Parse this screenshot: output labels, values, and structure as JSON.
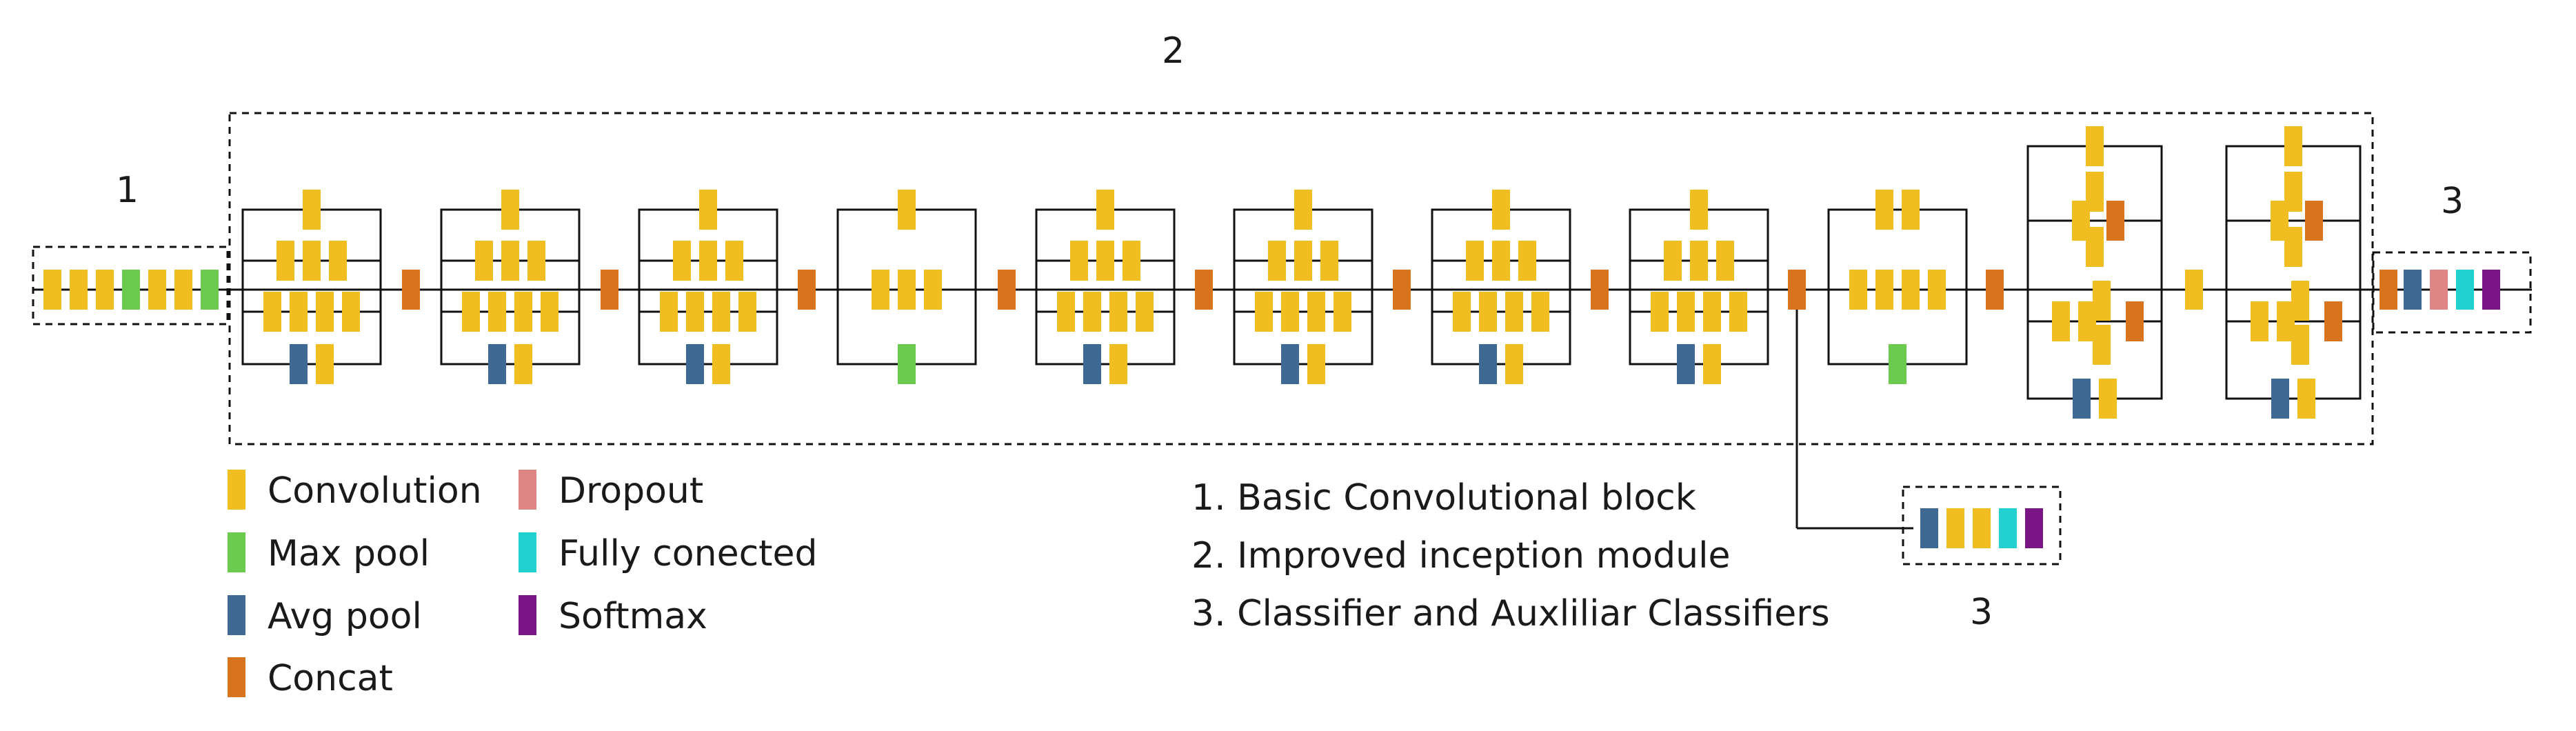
{
  "colors": {
    "convolution": "#F0BE20",
    "max_pool": "#6ACB4E",
    "avg_pool": "#3F6892",
    "concat": "#D9741E",
    "dropout": "#DE8585",
    "fully_connected": "#22D1CF",
    "softmax": "#7B1585",
    "line": "#111111"
  },
  "region_labels": {
    "basic_block": "1",
    "inception": "2",
    "classifier_main": "3",
    "classifier_aux": "3"
  },
  "legend": [
    {
      "key": "convolution",
      "label": "Convolution"
    },
    {
      "key": "max_pool",
      "label": "Max pool"
    },
    {
      "key": "avg_pool",
      "label": "Avg pool"
    },
    {
      "key": "concat",
      "label": "Concat"
    },
    {
      "key": "dropout",
      "label": "Dropout"
    },
    {
      "key": "fully_connected",
      "label": "Fully conected"
    },
    {
      "key": "softmax",
      "label": "Softmax"
    }
  ],
  "notes": [
    {
      "num": "1.",
      "text": "Basic Convolutional block"
    },
    {
      "num": "2.",
      "text": "Improved inception module"
    },
    {
      "num": "3.",
      "text": "Classifier and Auxliliar Classifiers"
    }
  ],
  "blocks": {
    "basic_block": [
      "convolution",
      "convolution",
      "convolution",
      "max_pool",
      "convolution",
      "convolution",
      "max_pool"
    ],
    "classifier_main": [
      "avg_pool",
      "dropout",
      "fully_connected",
      "softmax"
    ],
    "classifier_aux": [
      "avg_pool",
      "convolution",
      "convolution",
      "fully_connected",
      "softmax"
    ]
  }
}
